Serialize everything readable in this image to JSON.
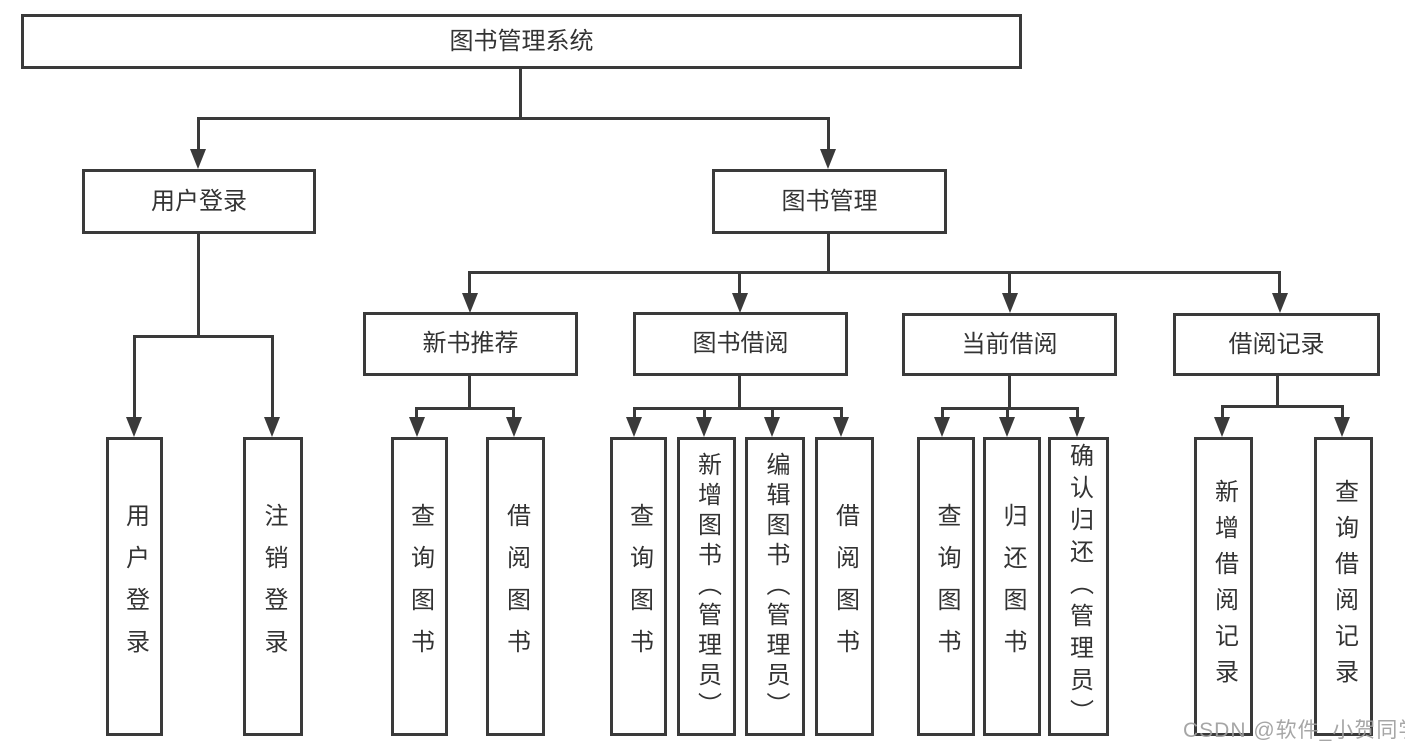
{
  "diagram": {
    "root": {
      "label": "图书管理系统",
      "children": [
        {
          "label": "用户登录",
          "children": [
            {
              "label": "用户登录"
            },
            {
              "label": "注销登录"
            }
          ]
        },
        {
          "label": "图书管理",
          "children": [
            {
              "label": "新书推荐",
              "children": [
                {
                  "label": "查询图书"
                },
                {
                  "label": "借阅图书"
                }
              ]
            },
            {
              "label": "图书借阅",
              "children": [
                {
                  "label": "查询图书"
                },
                {
                  "label": "新增图书（管理员）"
                },
                {
                  "label": "编辑图书（管理员）"
                },
                {
                  "label": "借阅图书"
                }
              ]
            },
            {
              "label": "当前借阅",
              "children": [
                {
                  "label": "查询图书"
                },
                {
                  "label": "归还图书"
                },
                {
                  "label": "确认归还（管理员）"
                }
              ]
            },
            {
              "label": "借阅记录",
              "children": [
                {
                  "label": "新增借阅记录"
                },
                {
                  "label": "查询借阅记录"
                }
              ]
            }
          ]
        }
      ]
    }
  },
  "watermark": {
    "text": "CSDN @软件_小贺同学"
  },
  "colors": {
    "line": "#3a3a3a",
    "box_border": "#3a3a3a",
    "box_fill": "#ffffff",
    "label_text": "#333333",
    "watermark_text": "#9f9f9f",
    "page_bg": "#ffffff"
  }
}
